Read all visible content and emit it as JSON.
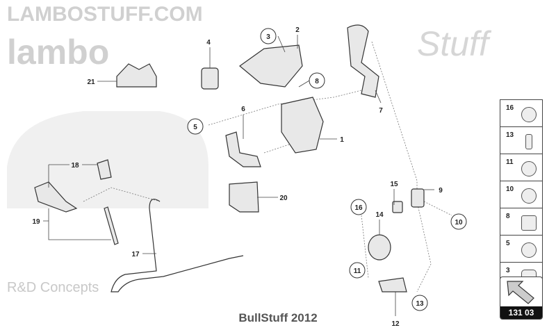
{
  "watermark": {
    "brand": "lambo",
    "script": "Stuff",
    "site": "LAMBOSTUFF.COM",
    "sub": "R&D Concepts"
  },
  "callouts": {
    "c1": "1",
    "c2": "2",
    "c3": "3",
    "c4": "4",
    "c5": "5",
    "c6": "6",
    "c7": "7",
    "c8": "8",
    "c9": "9",
    "c10": "10",
    "c11": "11",
    "c12": "12",
    "c13": "13",
    "c14": "14",
    "c15": "15",
    "c16": "16",
    "c17": "17",
    "c18": "18",
    "c19": "19",
    "c20": "20",
    "c21": "21"
  },
  "legend": [
    {
      "num": "16",
      "icon": "hose-clamp-icon"
    },
    {
      "num": "13",
      "icon": "bolt-icon"
    },
    {
      "num": "11",
      "icon": "seal-ring-icon"
    },
    {
      "num": "10",
      "icon": "clip-icon"
    },
    {
      "num": "8",
      "icon": "connector-icon"
    },
    {
      "num": "5",
      "icon": "clamp-icon"
    },
    {
      "num": "3",
      "icon": "nut-icon"
    }
  ],
  "reference": {
    "code": "131 03",
    "icon": "arrow-icon"
  },
  "footer": "BullStuff 2012"
}
